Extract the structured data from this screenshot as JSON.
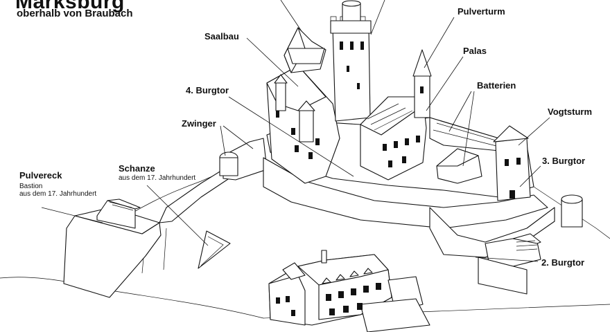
{
  "header": {
    "title": "Marksburg",
    "subtitle": "oberhalb von Braubach"
  },
  "labels": {
    "pulverturm": "Pulverturm",
    "saalbau": "Saalbau",
    "palas": "Palas",
    "batterien": "Batterien",
    "burgtor4": "4. Burgtor",
    "vogtsturm": "Vogtsturm",
    "zwinger": "Zwinger",
    "burgtor3": "3. Burgtor",
    "pulvereck": "Pulvereck",
    "pulvereck_note1": "Bastion",
    "pulvereck_note2": "aus dem 17. Jahrhundert",
    "schanze": "Schanze",
    "schanze_note": "aus dem 17. Jahrhundert",
    "burgtor2": "2. Burgtor"
  }
}
